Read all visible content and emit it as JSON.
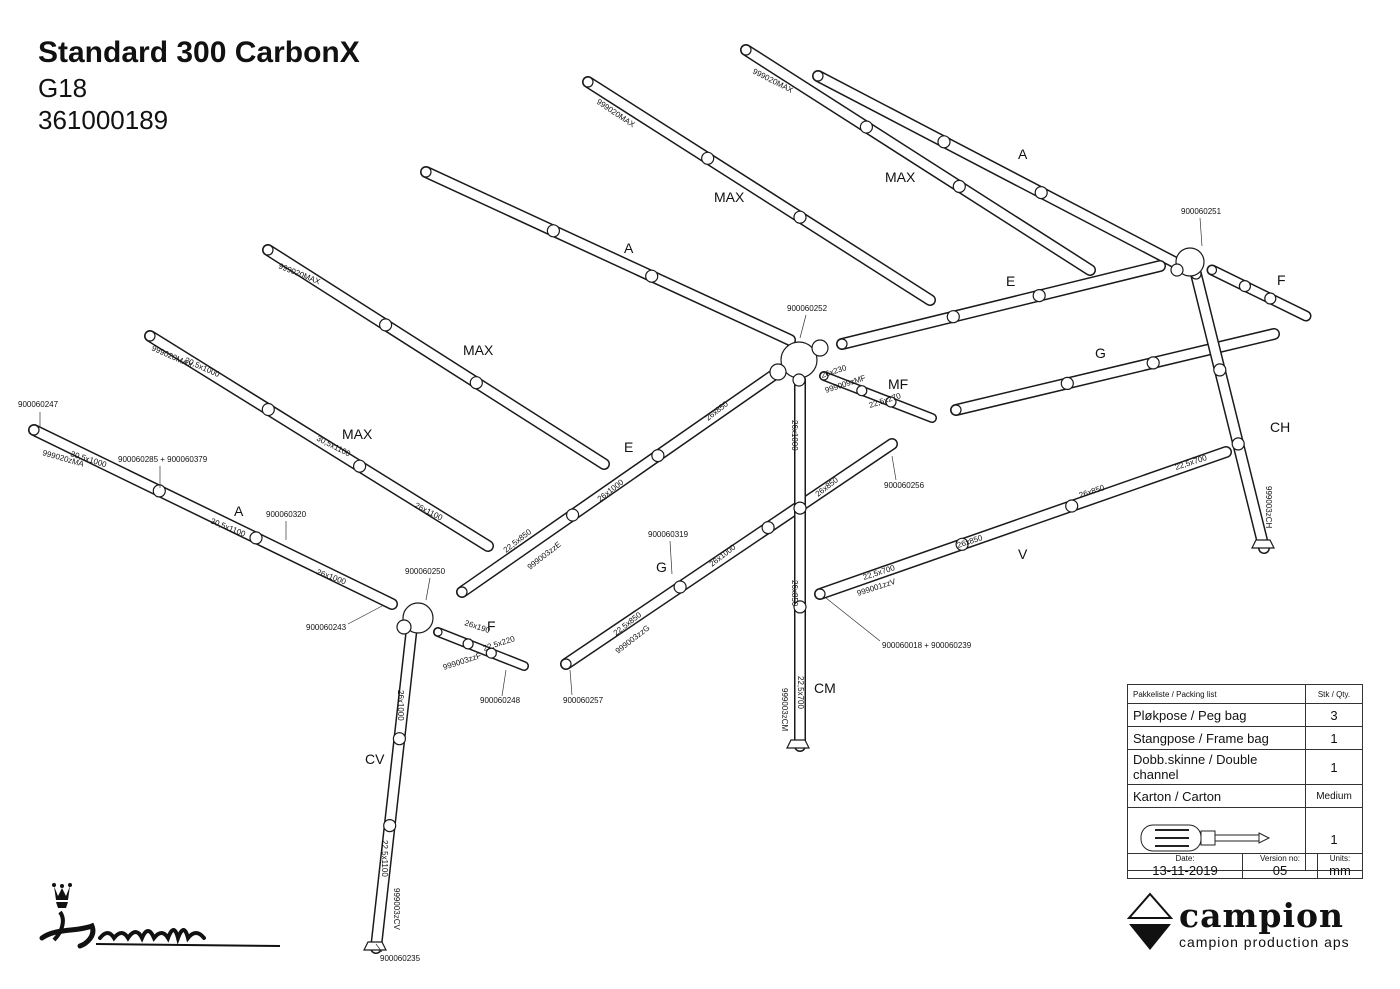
{
  "header": {
    "model": "Standard 300 CarbonX",
    "variant": "G18",
    "article": "361000189"
  },
  "part_labels": [
    "A",
    "MAX",
    "E",
    "F",
    "G",
    "MF",
    "CH",
    "V",
    "CM",
    "CV"
  ],
  "part_numbers": [
    "900060247",
    "900060285 + 900060379",
    "900060320",
    "900060243",
    "900060250",
    "900060248",
    "900060252",
    "900060251",
    "900060256",
    "900060319",
    "900060257",
    "900060018 + 900060239",
    "900060235"
  ],
  "tube_codes": [
    "999020MAX",
    "999020zMA",
    "30,5x1000",
    "30,5x1100",
    "26x1000",
    "26x1100",
    "22,5x850",
    "999003zzE",
    "26x850",
    "26x230",
    "22,5x270",
    "999009zMF",
    "26x190",
    "22,5x220",
    "999003zzF",
    "22,5x700",
    "999001zzV",
    "999003zzG",
    "999003zCH",
    "999003zCV",
    "999003zCM",
    "22,5x1100"
  ],
  "packing": {
    "header_label": "Pakkeliste / Packing list",
    "qty_header": "Stk / Qty.",
    "rows": [
      {
        "label": "Pløkpose / Peg bag",
        "qty": "3"
      },
      {
        "label": "Stangpose / Frame bag",
        "qty": "1"
      },
      {
        "label": "Dobb.skinne / Double channel",
        "qty": "1"
      },
      {
        "label": "Karton / Carton",
        "qty": "Medium"
      }
    ],
    "tool_icon": "screwdriver-icon",
    "tool_qty": "1"
  },
  "meta": {
    "date_label": "Date:",
    "date": "13-11-2019",
    "version_label": "Version no:",
    "version": "05",
    "units_label": "Units:",
    "units": "mm"
  },
  "brand": {
    "name": "campion",
    "tagline": "campion production aps",
    "left_logo": "Isabella"
  },
  "colors": {
    "line": "#1a1a1a",
    "tube_fill": "#ffffff",
    "accent": "#000000"
  }
}
